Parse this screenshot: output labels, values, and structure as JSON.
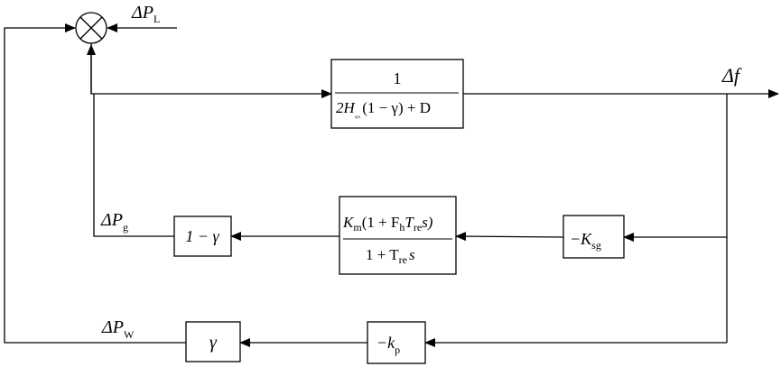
{
  "inputs": {
    "delta_pl_symbol": "ΔP",
    "delta_pl_sub": "L"
  },
  "output": {
    "symbol": "Δf"
  },
  "forward_block": {
    "numerator": "1",
    "den_part1": "2H",
    "den_sub": "sys",
    "den_part2": "(1 − γ) + D"
  },
  "governor_path": {
    "feedback_gain": {
      "minus": "−K",
      "sub": "sg"
    },
    "turbine": {
      "num_k": "K",
      "num_k_sub": "m",
      "num_mid": "(1 + F",
      "num_f_sub": "h",
      "num_t": "T",
      "num_t_sub": "re",
      "num_end": "s)",
      "den_start": "1 + T",
      "den_sub": "re",
      "den_end": "s"
    },
    "share_block": "1 − γ",
    "signal_symbol": "ΔP",
    "signal_sub": "g"
  },
  "wind_path": {
    "gain": {
      "minus": "−k",
      "sub": "p"
    },
    "share_block": "γ",
    "signal_symbol": "ΔP",
    "signal_sub": "W"
  }
}
